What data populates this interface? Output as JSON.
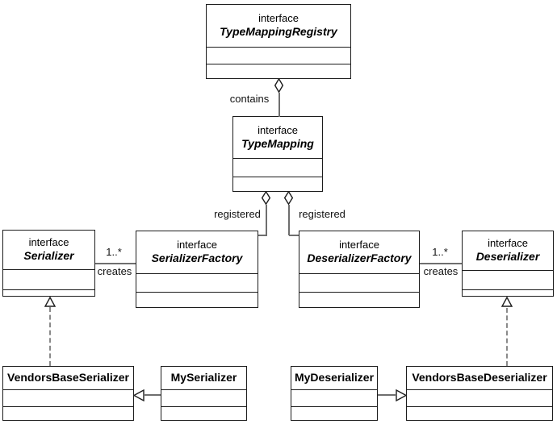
{
  "diagram_type": "uml-class-diagram",
  "colors": {
    "background": "#ffffff",
    "box_fill": "#ffffff",
    "box_border": "#1c1c1c",
    "connector": "#6e6e6e",
    "dashed_connector": "#8a8a8a",
    "text": "#000000"
  },
  "nodes": {
    "type_mapping_registry": {
      "stereotype": "interface",
      "name": "TypeMappingRegistry"
    },
    "type_mapping": {
      "stereotype": "interface",
      "name": "TypeMapping"
    },
    "serializer": {
      "stereotype": "interface",
      "name": "Serializer"
    },
    "serializer_factory": {
      "stereotype": "interface",
      "name": "SerializerFactory"
    },
    "deserializer_factory": {
      "stereotype": "interface",
      "name": "DeserializerFactory"
    },
    "deserializer": {
      "stereotype": "interface",
      "name": "Deserializer"
    },
    "vendors_base_serializer": {
      "name": "VendorsBaseSerializer"
    },
    "my_serializer": {
      "name": "MySerializer"
    },
    "my_deserializer": {
      "name": "MyDeserializer"
    },
    "vendors_base_deserializer": {
      "name": "VendorsBaseDeserializer"
    }
  },
  "edges": {
    "contains": {
      "label": "contains"
    },
    "registered_left": {
      "label": "registered"
    },
    "registered_right": {
      "label": "registered"
    },
    "creates_left": {
      "label": "creates",
      "multiplicity": "1..*"
    },
    "creates_right": {
      "label": "creates",
      "multiplicity": "1..*"
    }
  }
}
